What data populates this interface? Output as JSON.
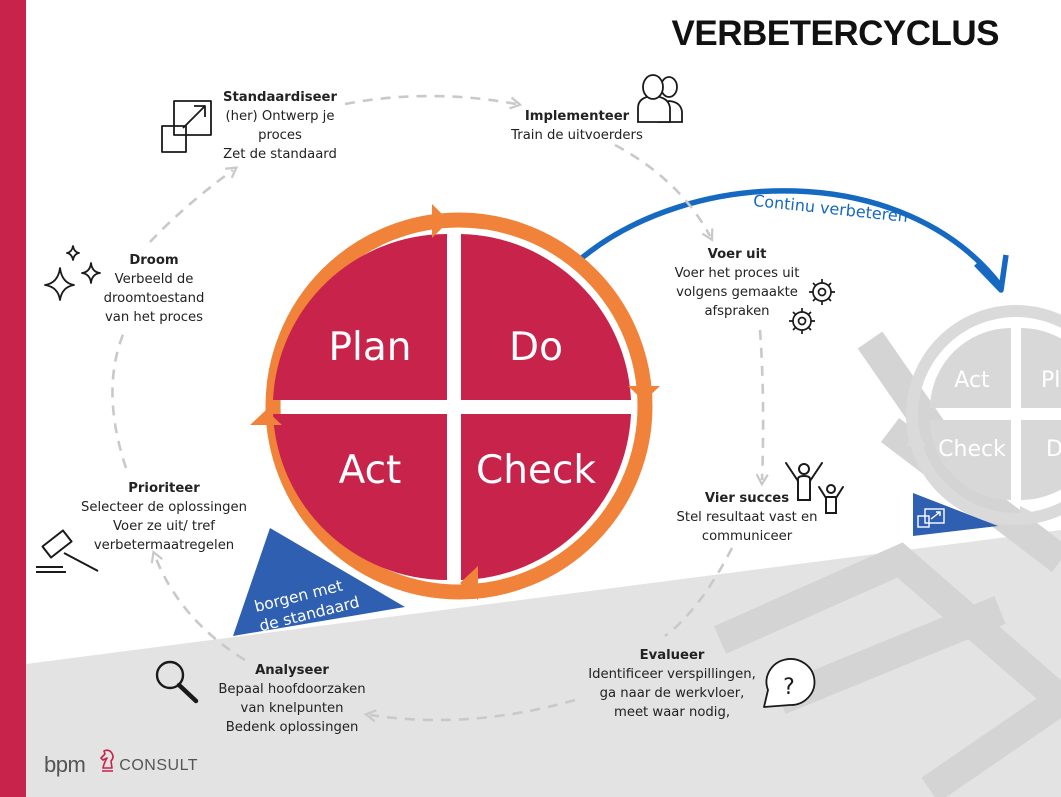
{
  "page": {
    "title": "VERBETERCYCLUS",
    "logo": {
      "brand": "bpm",
      "suffix": "CONSULT"
    }
  },
  "colors": {
    "accent_bar": "#c8234a",
    "quadrant_fill": "#c8234a",
    "ring_orange": "#f0823a",
    "continu_arrow": "#1669c1",
    "wedge_blue": "#2e5fb0",
    "slope_gray": "#e3e3e3"
  },
  "cycle": {
    "quadrants": {
      "plan": "Plan",
      "do": "Do",
      "act": "Act",
      "check": "Check"
    },
    "wedge_label": [
      "borgen met",
      "de standaard"
    ]
  },
  "continu_label": "Continu verbeteren",
  "ghost_cycle": {
    "tl": "Act",
    "tr": "Pl",
    "bl": "Check",
    "br": "D"
  },
  "steps": {
    "standaardiseer": {
      "heading": "Standaardiseer",
      "lines": [
        "(her) Ontwerp je",
        "proces",
        "Zet de standaard"
      ],
      "icon": "resize-frame-icon"
    },
    "implementeer": {
      "heading": "Implementeer",
      "lines": [
        "Train de uitvoerders"
      ],
      "icon": "people-icon"
    },
    "voer_uit": {
      "heading": "Voer uit",
      "lines": [
        "Voer het proces uit",
        "volgens gemaakte",
        "afspraken"
      ],
      "icon": "gears-icon"
    },
    "vier_succes": {
      "heading": "Vier succes",
      "lines": [
        "Stel resultaat vast en",
        "communiceer"
      ],
      "icon": "celebrate-icon"
    },
    "evalueer": {
      "heading": "Evalueer",
      "lines": [
        "Identificeer verspillingen,",
        "ga naar de werkvloer,",
        "meet waar nodig,"
      ],
      "icon": "question-bubble-icon"
    },
    "analyseer": {
      "heading": "Analyseer",
      "lines": [
        "Bepaal hoofdoorzaken",
        "van knelpunten",
        "Bedenk oplossingen"
      ],
      "icon": "magnifier-icon"
    },
    "prioriteer": {
      "heading": "Prioriteer",
      "lines": [
        "Selecteer de oplossingen",
        "Voer ze uit/ tref",
        "verbetermaatregelen"
      ],
      "icon": "gavel-icon"
    },
    "droom": {
      "heading": "Droom",
      "lines": [
        "Verbeeld de",
        "droomtoestand",
        "van het proces"
      ],
      "icon": "sparkles-icon"
    }
  }
}
